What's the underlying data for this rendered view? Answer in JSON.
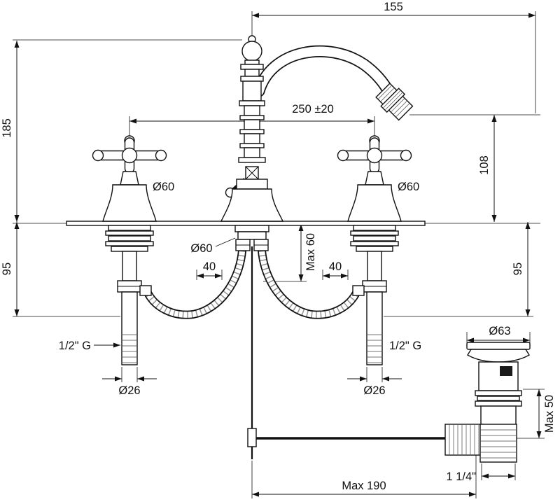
{
  "labels": {
    "spout_reach": "155",
    "total_height": "185",
    "spout_height": "108",
    "hole_centers": "250 ±20",
    "left_handle_dia": "Ø60",
    "right_handle_dia": "Ø60",
    "body_dia": "Ø60",
    "max_deck": "Max 60",
    "left_offset": "40",
    "right_offset": "40",
    "left_under_deck": "95",
    "right_under_deck": "95",
    "left_thread": "1/2\" G",
    "right_thread": "1/2\" G",
    "left_tail_dia": "Ø26",
    "right_tail_dia": "Ø26",
    "waste_flange_dia": "Ø63",
    "waste_max": "Max 50",
    "waste_thread": "1 1/4\"",
    "rod_reach": "Max 190"
  }
}
